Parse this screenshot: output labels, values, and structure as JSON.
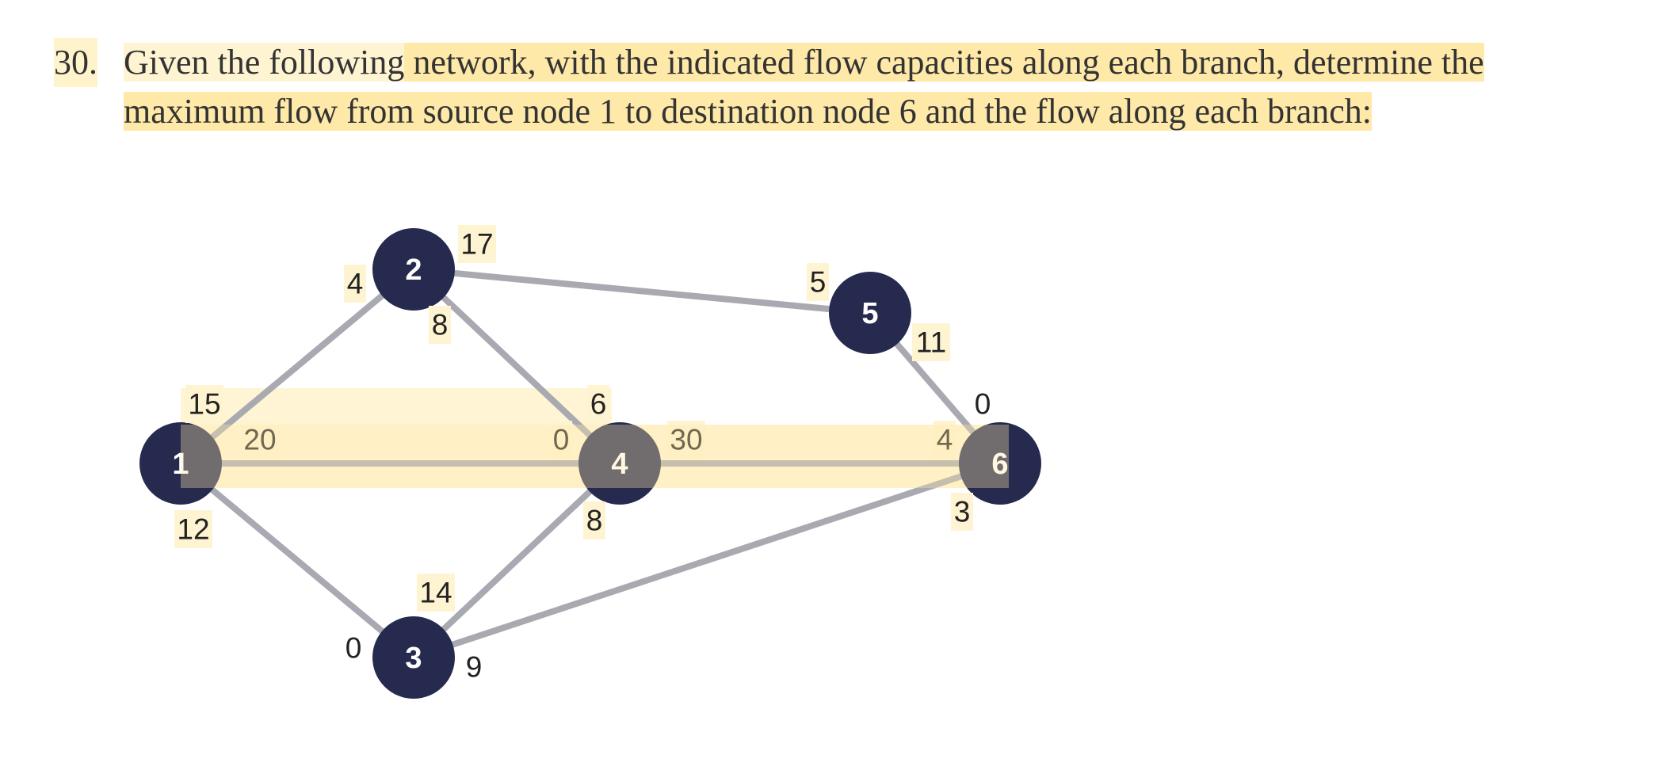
{
  "question": {
    "number": "30.",
    "text_part1": "Given the following",
    "text_part2": " network, with the indicated flow capacities along each branch, determine the maximum flow from source node 1 to destination node 6 and the flow along each branch:"
  },
  "network": {
    "nodes": [
      {
        "id": "1",
        "label": "1"
      },
      {
        "id": "2",
        "label": "2"
      },
      {
        "id": "3",
        "label": "3"
      },
      {
        "id": "4",
        "label": "4"
      },
      {
        "id": "5",
        "label": "5"
      },
      {
        "id": "6",
        "label": "6"
      }
    ],
    "branches": [
      {
        "from": "1",
        "to": "2",
        "cap_at_from": "15",
        "cap_at_to": "4"
      },
      {
        "from": "1",
        "to": "4",
        "cap_at_from": "20",
        "cap_at_to": "0"
      },
      {
        "from": "1",
        "to": "3",
        "cap_at_from": "12",
        "cap_at_to": "0"
      },
      {
        "from": "2",
        "to": "5",
        "cap_at_from": "17",
        "cap_at_to": "5"
      },
      {
        "from": "2",
        "to": "4",
        "cap_at_from": "8",
        "cap_at_to": "6"
      },
      {
        "from": "3",
        "to": "4",
        "cap_at_from": "14",
        "cap_at_to": "8"
      },
      {
        "from": "3",
        "to": "6",
        "cap_at_from": "9",
        "cap_at_to": "3"
      },
      {
        "from": "4",
        "to": "6",
        "cap_at_from": "30",
        "cap_at_to": "4"
      },
      {
        "from": "5",
        "to": "6",
        "cap_at_from": "11",
        "cap_at_to": "0"
      }
    ],
    "colors": {
      "node_fill": "#262a4e",
      "edge": "#a9a9b1",
      "highlight": "#ffe9a8",
      "highlight_soft": "#fff4d2"
    }
  }
}
